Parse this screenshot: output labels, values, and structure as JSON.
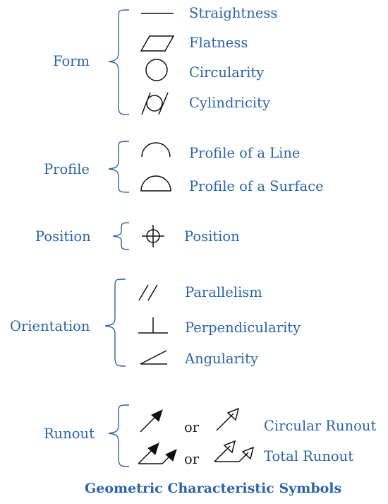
{
  "groups": [
    {
      "label": "Form",
      "items": [
        "Straightness",
        "Flatness",
        "Circularity",
        "Cylindricity"
      ]
    },
    {
      "label": "Profile",
      "items": [
        "Profile of a Line",
        "Profile of a Surface"
      ]
    },
    {
      "label": "Position",
      "items": [
        "Position"
      ]
    },
    {
      "label": "Orientation",
      "items": [
        "Parallelism",
        "Perpendicularity",
        "Angularity"
      ]
    },
    {
      "label": "Runout",
      "items": [
        "Circular Runout",
        "Total Runout"
      ],
      "connector": "or"
    }
  ],
  "symbols": [
    "straightness-icon",
    "flatness-icon",
    "circularity-icon",
    "cylindricity-icon",
    "profile-line-icon",
    "profile-surface-icon",
    "position-icon",
    "parallelism-icon",
    "perpendicularity-icon",
    "angularity-icon",
    "circular-runout-filled-icon",
    "circular-runout-open-icon",
    "total-runout-filled-icon",
    "total-runout-open-icon"
  ],
  "colors": {
    "label": "#2b63a8",
    "symbol": "#111111"
  },
  "caption": "Geometric Characteristic Symbols"
}
